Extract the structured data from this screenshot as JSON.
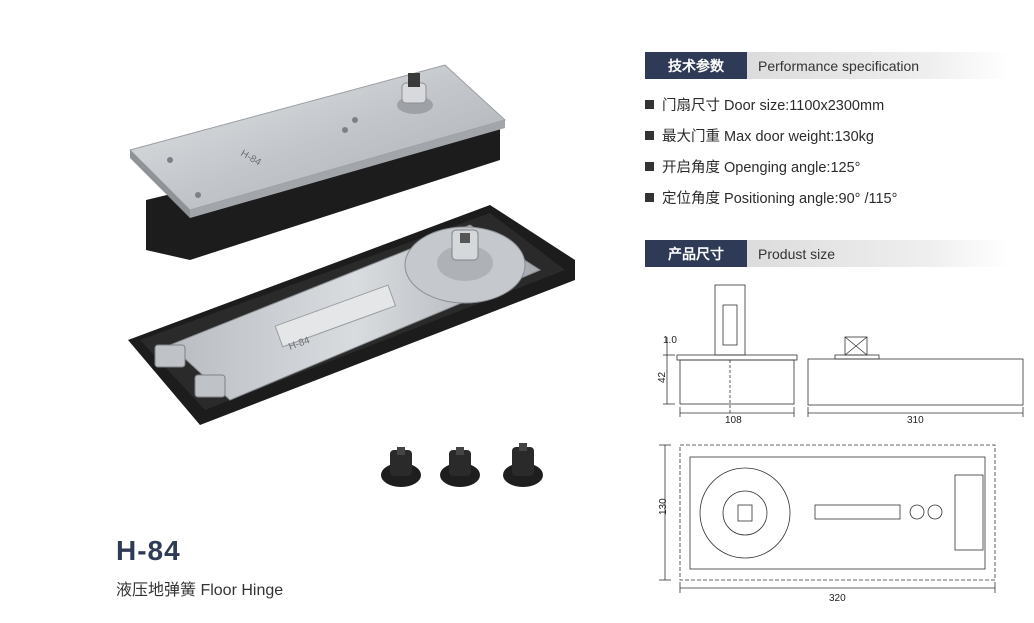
{
  "product": {
    "model": "H-84",
    "subtitle": "液压地弹簧 Floor Hinge",
    "cover_logo_text": "H-84",
    "body_logo_text": "H-84"
  },
  "performance": {
    "tag": "技术参数",
    "title": "Performance specification",
    "items": [
      "门扇尺寸 Door size:1100x2300mm",
      "最大门重 Max door weight:130kg",
      "开启角度 Openging angle:125°",
      "定位角度 Positioning angle:90° /115°"
    ]
  },
  "size": {
    "tag": "产品尺寸",
    "title": "Produst size",
    "dimensions": {
      "top_thickness": "1.0",
      "height": "42",
      "width": "108",
      "length_side": "310",
      "depth": "130",
      "length_total": "320"
    }
  },
  "colors": {
    "accent": "#2f3a56",
    "header_gray": "#dcdcdc",
    "steel": "#c9ccd0",
    "body_black": "#1c1c1c"
  }
}
